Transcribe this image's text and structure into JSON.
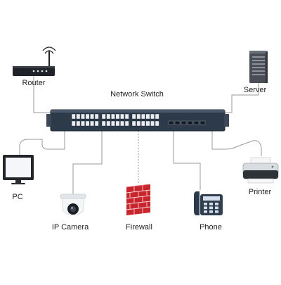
{
  "diagram": {
    "title": "Network Switch",
    "devices": {
      "router": "Router",
      "server": "Server",
      "pc": "PC",
      "ip_camera": "IP Camera",
      "firewall": "Firewall",
      "phone": "Phone",
      "printer": "Printer"
    }
  },
  "colors": {
    "switch_body": "#2d3a4a",
    "switch_edge": "#1b242f",
    "port": "#e9edf2",
    "cable": "#9a9a9a",
    "firewall_red": "#c9252c",
    "server_body": "#4a4f57",
    "router_body": "#1f2226"
  },
  "icons": [
    "router-icon",
    "server-icon",
    "monitor-icon",
    "dome-camera-icon",
    "brick-wall-icon",
    "desk-phone-icon",
    "printer-icon"
  ]
}
